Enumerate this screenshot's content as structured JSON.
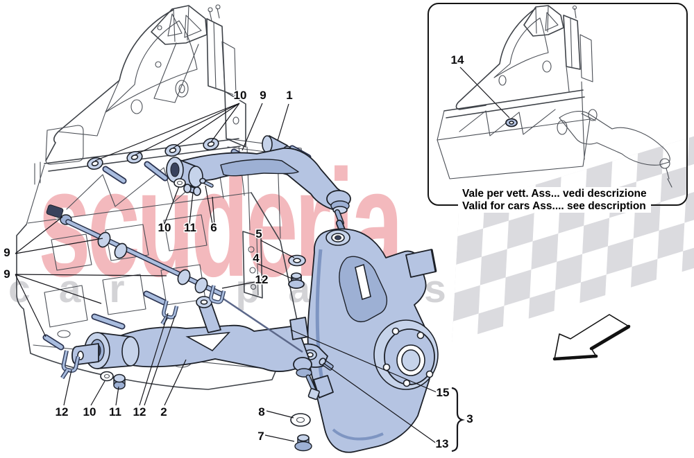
{
  "watermark": {
    "brand": "scuderia",
    "tagline": "car parts",
    "brand_color": "#DB2A36",
    "tagline_color": "#8C8C92"
  },
  "inset": {
    "callout": "14",
    "note_line1": "Vale per vett. Ass... vedi descrizione",
    "note_line2": "Valid for cars Ass.... see description"
  },
  "callouts": [
    {
      "n": "10"
    },
    {
      "n": "9"
    },
    {
      "n": "1"
    },
    {
      "n": "9"
    },
    {
      "n": "9"
    },
    {
      "n": "10"
    },
    {
      "n": "11"
    },
    {
      "n": "6"
    },
    {
      "n": "5"
    },
    {
      "n": "4"
    },
    {
      "n": "12"
    },
    {
      "n": "12"
    },
    {
      "n": "10"
    },
    {
      "n": "11"
    },
    {
      "n": "12"
    },
    {
      "n": "2"
    },
    {
      "n": "8"
    },
    {
      "n": "7"
    },
    {
      "n": "15"
    },
    {
      "n": "3"
    },
    {
      "n": "13"
    }
  ],
  "colors": {
    "part_highlight": "#B5C4E2",
    "line_art": "#4A4E55",
    "label": "#0B0B0D",
    "flag_gray": "#D9D9DD"
  }
}
